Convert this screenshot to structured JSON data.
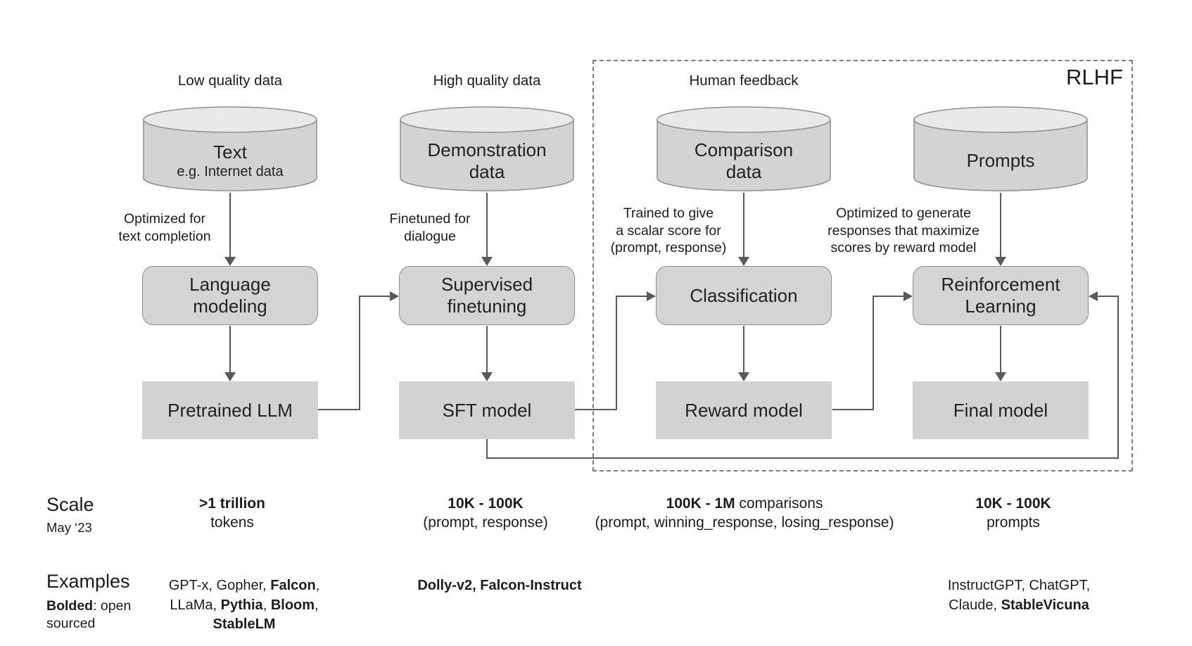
{
  "rlhf_label": "RLHF",
  "colors": {
    "shape_fill": "#d3d3d3",
    "cylinder_top_fill": "#e9e9e9",
    "shape_border": "#8f8f8f",
    "arrow": "#595959",
    "dashed_border": "#7d7d7d",
    "text": "#1f1f1f",
    "background": "#ffffff"
  },
  "columns": [
    {
      "data_label": "Low quality data",
      "datastore_title": "Text",
      "datastore_subtitle": "e.g. Internet data",
      "hint_lines": [
        "Optimized for",
        "text completion"
      ],
      "process_lines": [
        "Language",
        "modeling"
      ],
      "model_label": "Pretrained LLM"
    },
    {
      "data_label": "High quality data",
      "datastore_lines": [
        "Demonstration",
        "data"
      ],
      "hint_lines": [
        "Finetuned for",
        "dialogue"
      ],
      "process_lines": [
        "Supervised",
        "finetuning"
      ],
      "model_label": "SFT model"
    },
    {
      "data_label": "Human feedback",
      "datastore_lines": [
        "Comparison",
        "data"
      ],
      "hint_lines": [
        "Trained to give",
        "a scalar score for",
        "(prompt, response)"
      ],
      "process_lines": [
        "Classification"
      ],
      "model_label": "Reward model"
    },
    {
      "datastore_lines": [
        "Prompts"
      ],
      "hint_lines": [
        "Optimized to generate",
        "responses that maximize",
        "scores by reward model"
      ],
      "process_lines": [
        "Reinforcement",
        "Learning"
      ],
      "model_label": "Final model"
    }
  ],
  "scale_row": {
    "header": "Scale",
    "header_sub": "May ‘23",
    "entries": [
      {
        "line1": [
          {
            "t": ">1 trillion",
            "b": true
          }
        ],
        "line2": [
          {
            "t": "tokens"
          }
        ]
      },
      {
        "line1": [
          {
            "t": "10K - 100K",
            "b": true
          }
        ],
        "line2": [
          {
            "t": "(prompt, response)"
          }
        ]
      },
      {
        "line1": [
          {
            "t": "100K - 1M",
            "b": true
          },
          {
            "t": " comparisons"
          }
        ],
        "line2": [
          {
            "t": "(prompt, winning_response, losing_response)"
          }
        ]
      },
      {
        "line1": [
          {
            "t": "10K - 100K",
            "b": true
          }
        ],
        "line2": [
          {
            "t": "prompts"
          }
        ]
      }
    ]
  },
  "examples_row": {
    "header": "Examples",
    "header_sub_line1": [
      {
        "t": "Bolded",
        "b": true
      },
      {
        "t": ": open"
      }
    ],
    "header_sub_line2": "sourced",
    "entries": [
      {
        "lines": [
          [
            {
              "t": "GPT-x, Gopher, "
            },
            {
              "t": "Falcon",
              "b": true
            },
            {
              "t": ","
            }
          ],
          [
            {
              "t": "LLaMa, "
            },
            {
              "t": "Pythia",
              "b": true
            },
            {
              "t": ", "
            },
            {
              "t": "Bloom",
              "b": true
            },
            {
              "t": ","
            }
          ],
          [
            {
              "t": "StableLM",
              "b": true
            }
          ]
        ]
      },
      {
        "lines": [
          [
            {
              "t": "Dolly-v2, Falcon-Instruct",
              "b": true
            }
          ]
        ]
      },
      {
        "lines": [
          [
            {
              "t": "InstructGPT, ChatGPT,"
            }
          ],
          [
            {
              "t": "Claude, "
            },
            {
              "t": "StableVicuna",
              "b": true
            }
          ]
        ]
      }
    ]
  }
}
